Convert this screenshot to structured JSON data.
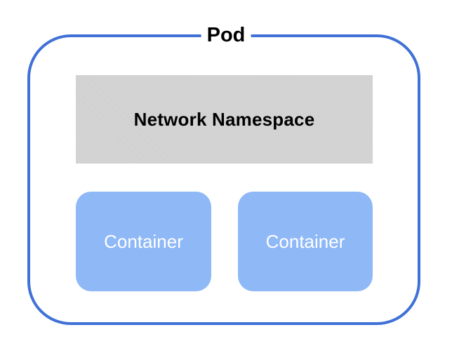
{
  "pod": {
    "title": "Pod"
  },
  "network_namespace": {
    "label": "Network Namespace"
  },
  "containers": [
    {
      "label": "Container"
    },
    {
      "label": "Container"
    }
  ],
  "colors": {
    "pod_border": "#3f71d6",
    "namespace_fill": "#d0d0d0",
    "container_fill": "#8fb8f7",
    "container_text": "#ffffff"
  }
}
